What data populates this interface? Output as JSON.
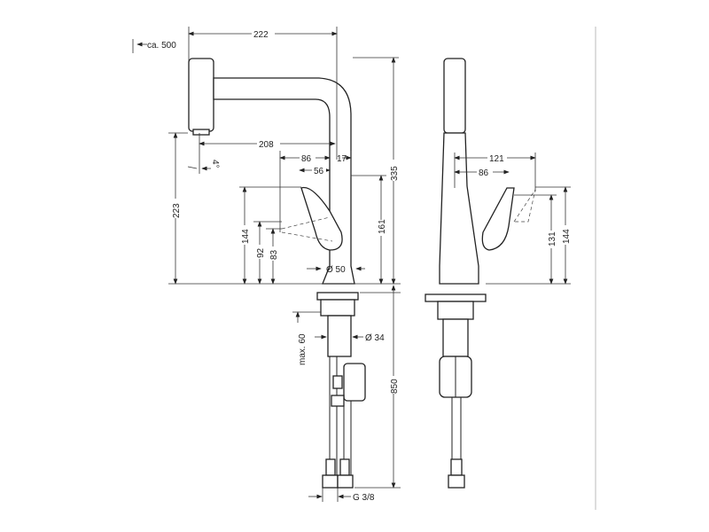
{
  "title": "Kitchen mixer pull-out spray dimension drawing",
  "side_view": {
    "reach_label": "ca. 500",
    "spout_projection": "222",
    "spray_projection": "208",
    "handle_offset": "86",
    "body_to_spout": "17",
    "handle_pivot": "56",
    "total_height": "335",
    "spray_height": "223",
    "handle_top_height": "144",
    "handle_mid_height": "92",
    "handle_low_height": "83",
    "body_height": "161",
    "base_diameter": "Ø 50",
    "shank_diameter": "Ø 34",
    "max_deck_thickness": "max. 60",
    "hose_length": "850",
    "connection_thread": "G 3/8",
    "spray_angle": "4°"
  },
  "front_view": {
    "handle_reach": "121",
    "handle_offset": "86",
    "handle_height": "131",
    "handle_top_height": "144"
  }
}
